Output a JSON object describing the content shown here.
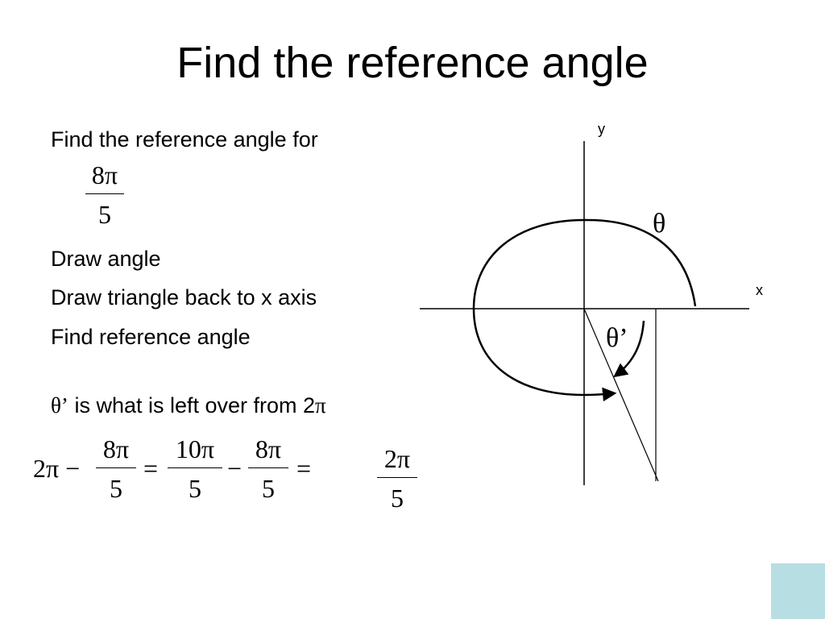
{
  "slide": {
    "title": "Find the reference angle",
    "lines": [
      "Find the reference angle for",
      "Draw angle",
      "Draw triangle back to x axis",
      "Find reference angle"
    ],
    "given": {
      "num": "8π",
      "den": "5"
    },
    "leftover": {
      "theta": "θ’",
      "text": " is what is left over from 2",
      "pi": "π"
    },
    "equation": {
      "lead": "2π −",
      "f1": {
        "num": "8π",
        "den": "5"
      },
      "eq1": "=",
      "f2": {
        "num": "10π",
        "den": "5"
      },
      "minus": "−",
      "f3": {
        "num": "8π",
        "den": "5"
      },
      "eq2": "=",
      "result": {
        "num": "2π",
        "den": "5"
      }
    }
  },
  "diagram": {
    "y_label": "y",
    "x_label": "x",
    "theta_label": "θ",
    "theta_prime_label": "θ’"
  },
  "colors": {
    "corner_accent": "#b7dee3"
  }
}
